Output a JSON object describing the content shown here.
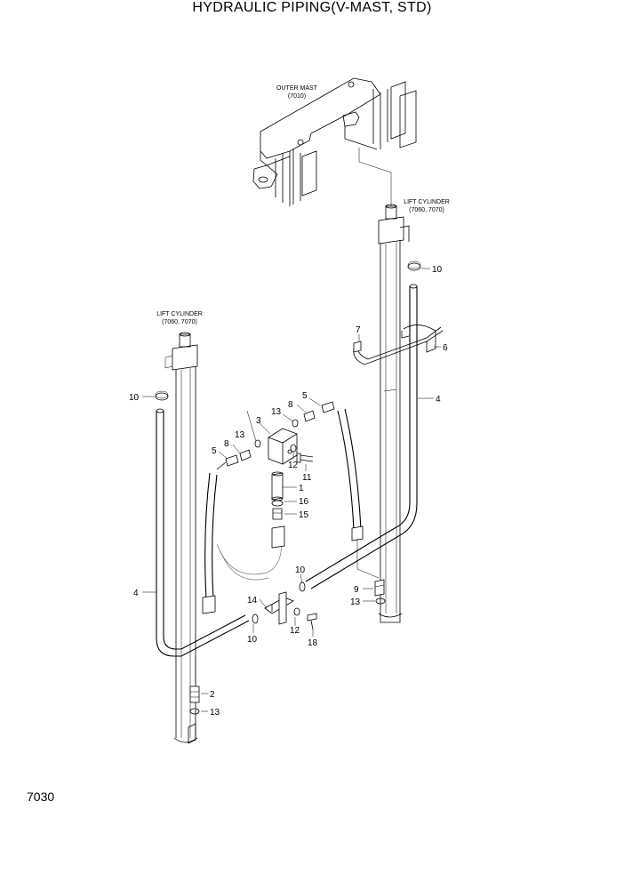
{
  "title": "HYDRAULIC PIPING(V-MAST, STD)",
  "page_number": "7030",
  "callouts": {
    "outer_mast": {
      "name": "OUTER MAST",
      "code": "(7010)"
    },
    "lift_cylinder_right": {
      "name": "LIFT CYLINDER",
      "code": "(7060, 7070)"
    },
    "lift_cylinder_left": {
      "name": "LIFT CYLINDER",
      "code": "(7060, 7070)"
    }
  },
  "part_labels": {
    "p1": "1",
    "p2": "2",
    "p3": "3",
    "p4_left": "4",
    "p4_right": "4",
    "p5_left": "5",
    "p5_right": "5",
    "p6": "6",
    "p7": "7",
    "p8_left": "8",
    "p8_right": "8",
    "p9": "9",
    "p10_top_right": "10",
    "p10_left": "10",
    "p10_center": "10",
    "p10_bottom": "10",
    "p11": "11",
    "p12_top": "12",
    "p12_bottom": "12",
    "p13_top_left": "13",
    "p13_top_right": "13",
    "p13_right": "13",
    "p13_bottom": "13",
    "p14": "14",
    "p15": "15",
    "p16": "16",
    "p18": "18"
  }
}
